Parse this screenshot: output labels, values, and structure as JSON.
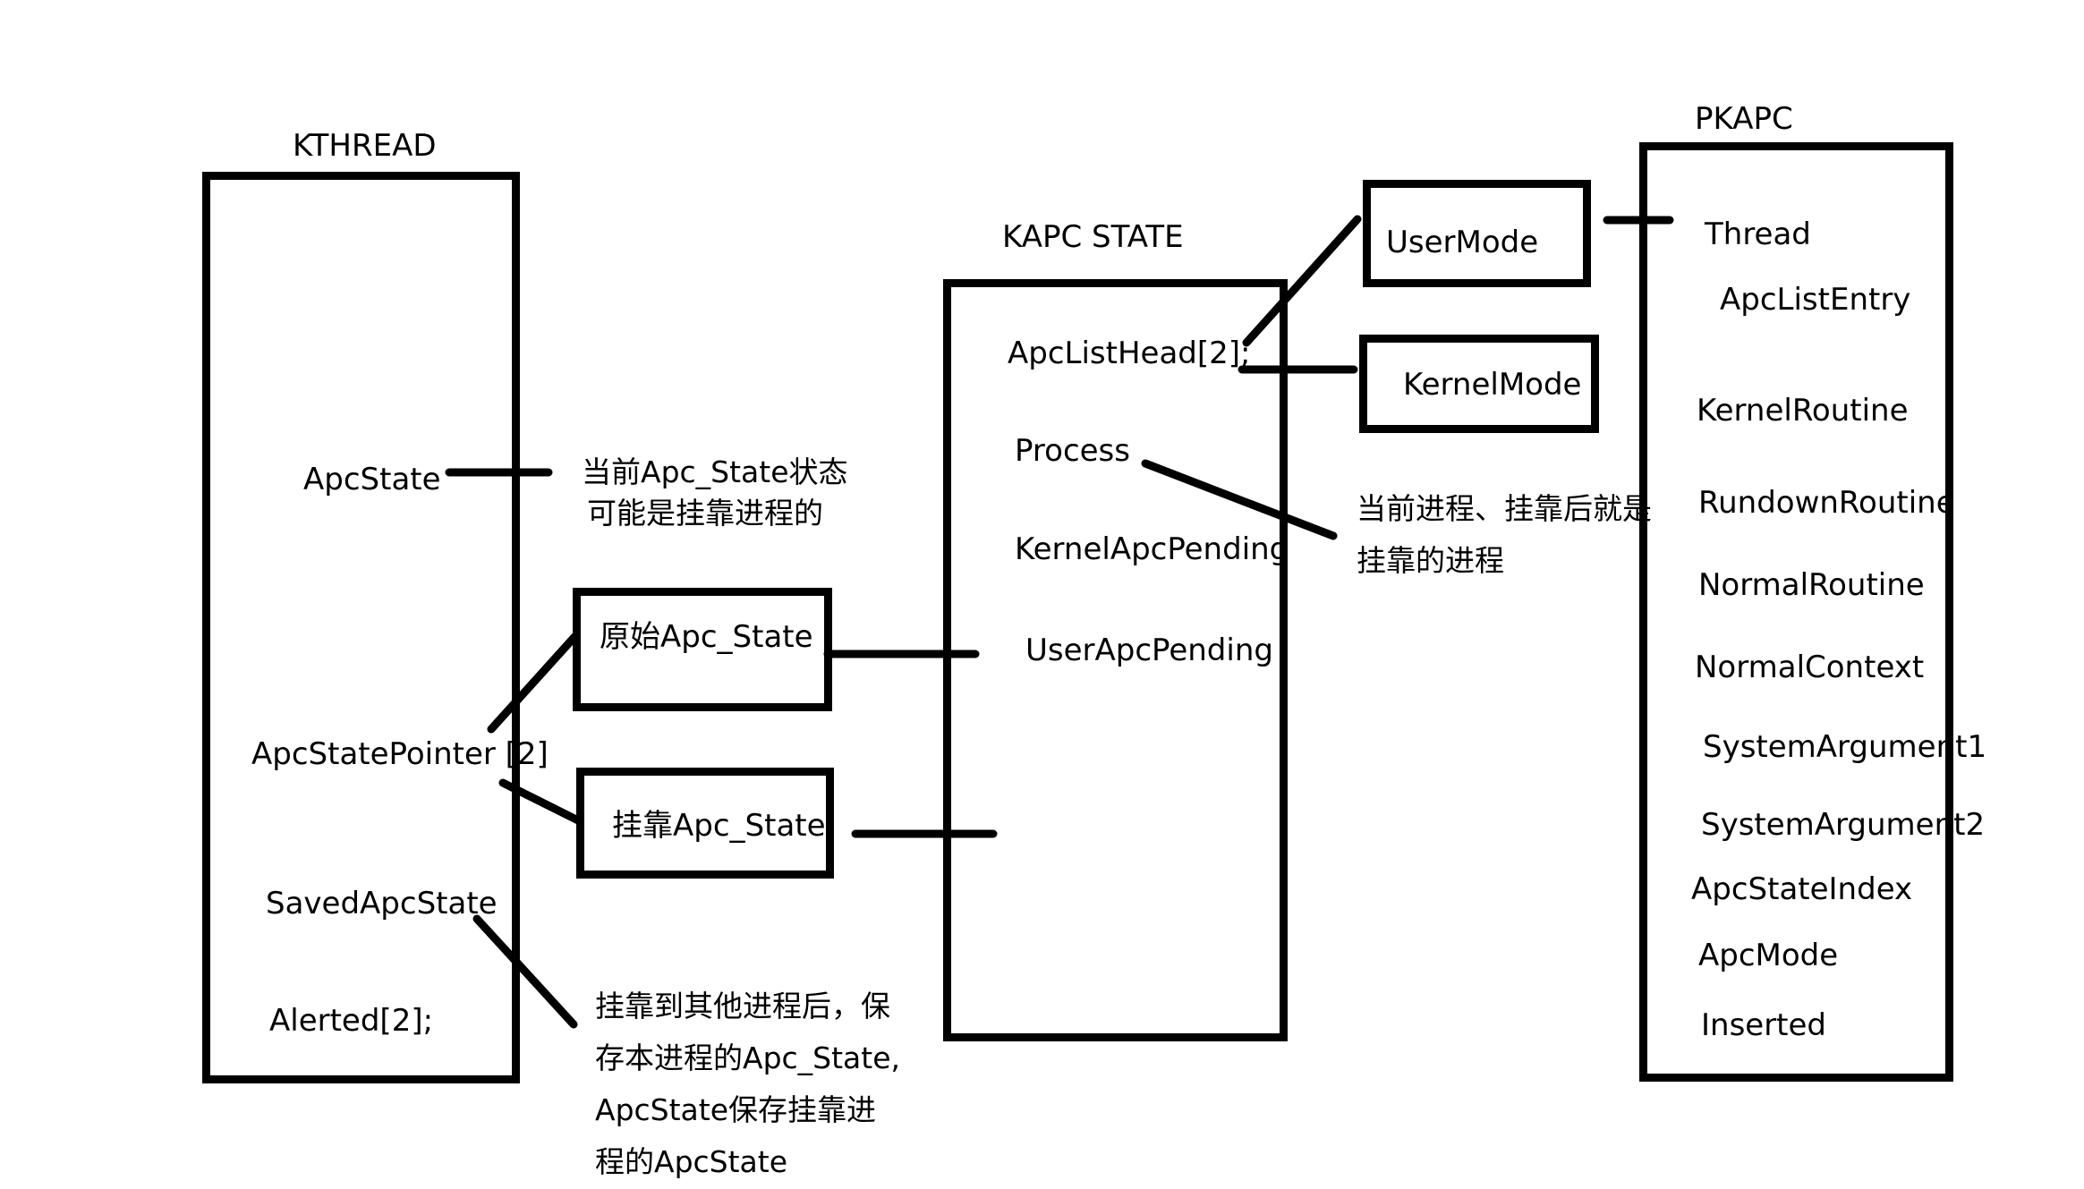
{
  "kthread": {
    "title": "KTHREAD",
    "fields": {
      "apc_state": "ApcState",
      "apc_state_pointer": "ApcStatePointer [2]",
      "saved_apc_state": "SavedApcState",
      "alerted": "Alerted[2];"
    },
    "note_current": [
      "当前Apc_State状态",
      "可能是挂靠进程的"
    ],
    "note_saved": [
      "挂靠到其他进程后，保",
      "存本进程的Apc_State,",
      "ApcState保存挂靠进",
      "程的ApcState"
    ]
  },
  "apc_state_boxes": {
    "original": "原始Apc_State",
    "attached": "挂靠Apc_State"
  },
  "kapc_state": {
    "title": "KAPC STATE",
    "fields": {
      "apc_list_head": "ApcListHead[2];",
      "process": "Process",
      "kernel_apc_pending": "KernelApcPending",
      "user_apc_pending": "UserApcPending"
    },
    "note_process": [
      "当前进程、挂靠后就是",
      "挂靠的进程"
    ]
  },
  "modes": {
    "user": "UserMode",
    "kernel": "KernelMode"
  },
  "pkapc": {
    "title": "PKAPC",
    "fields": [
      "Thread",
      "ApcListEntry",
      "KernelRoutine",
      "RundownRoutine",
      "NormalRoutine",
      "NormalContext",
      "SystemArgument1",
      "SystemArgument2",
      "ApcStateIndex",
      "ApcMode",
      "Inserted"
    ]
  }
}
